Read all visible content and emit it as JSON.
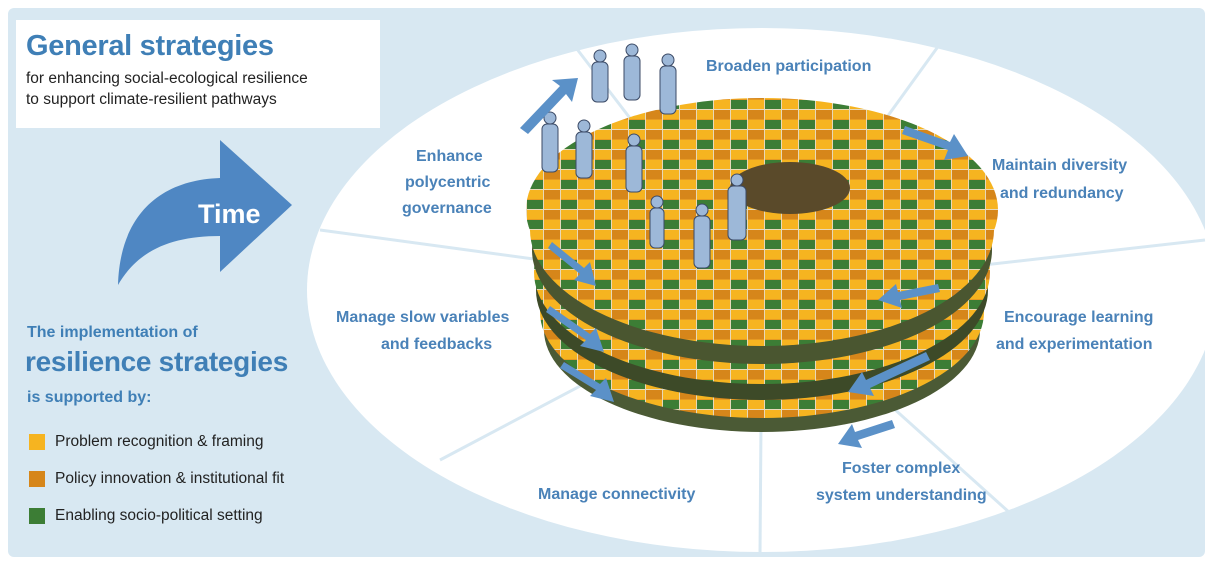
{
  "header": {
    "title": "General strategies",
    "subtitle_line1": "for enhancing social-ecological resilience",
    "subtitle_line2": "to support climate-resilient pathways"
  },
  "time_arrow": {
    "label": "Time"
  },
  "implementation": {
    "line1": "The implementation of",
    "line2": "resilience strategies",
    "line3": "is supported by:"
  },
  "legend": [
    {
      "label": "Problem recognition & framing",
      "color": "#f6b420"
    },
    {
      "label": "Policy innovation & institutional fit",
      "color": "#d6861a"
    },
    {
      "label": "Enabling socio-political setting",
      "color": "#3c7d35"
    }
  ],
  "strategies": {
    "broaden": "Broaden participation",
    "diversity_1": "Maintain diversity",
    "diversity_2": "and redundancy",
    "learning_1": "Encourage learning",
    "learning_2": "and experimentation",
    "complex_1": "Foster complex",
    "complex_2": "system understanding",
    "connectivity": "Manage connectivity",
    "slow_1": "Manage slow variables",
    "slow_2": "and feedbacks",
    "poly_1": "Enhance",
    "poly_2": "polycentric",
    "poly_3": "governance"
  },
  "colors": {
    "accent_blue": "#3f7fb6",
    "arrow_blue": "#5b91c8",
    "background": "#d8e8f2"
  }
}
